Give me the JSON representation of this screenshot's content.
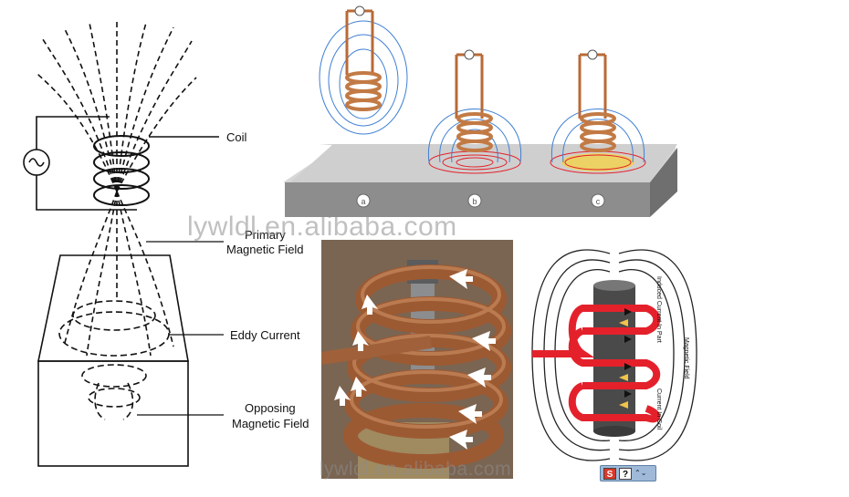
{
  "labels": {
    "coil": "Coil",
    "primary_field_line1": "Primary",
    "primary_field_line2": "Magnetic Field",
    "eddy_current": "Eddy Current",
    "opposing_line1": "Opposing",
    "opposing_line2": "Magnetic Field"
  },
  "stages": [
    "a",
    "b",
    "c"
  ],
  "right_diagram": {
    "induced": "Induced Current In Part",
    "magnetic": "Magnetic Field",
    "current_coil": "Current In Coil"
  },
  "watermarks": {
    "main": "lywldl.en.alibaba.com",
    "bottom": "lywldl.en.alibaba.com"
  },
  "toolbar": {
    "s_label": "S",
    "q_label": "?",
    "arrows": "⌃⌄"
  },
  "colors": {
    "coil_copper": "#c27a45",
    "field_blue": "#3f7fd4",
    "eddy_red": "#e4212b",
    "plate_gray": "#b5b5b5",
    "cylinder_dark": "#4a4a4a"
  }
}
